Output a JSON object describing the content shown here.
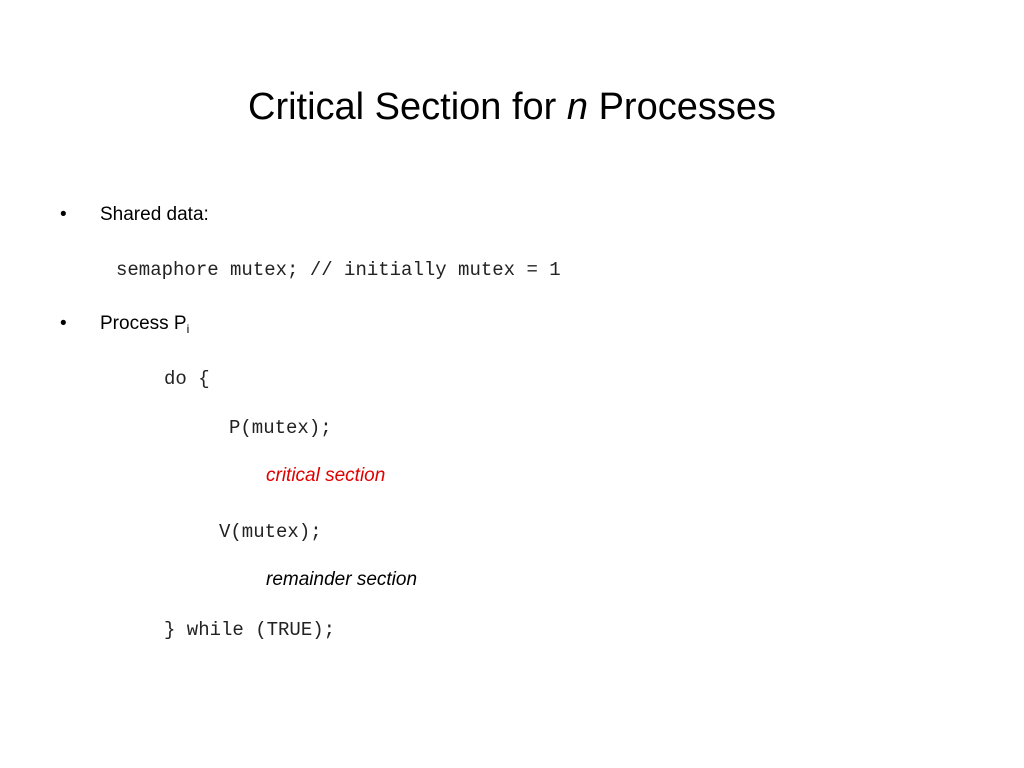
{
  "slide": {
    "title": {
      "prefix": "Critical Section for ",
      "italic": "n",
      "suffix": " Processes"
    },
    "bullets": [
      {
        "symbol": "•",
        "text": "Shared data:"
      },
      {
        "symbol": "•",
        "text": "Process P",
        "subscript": "i"
      }
    ],
    "code": {
      "shared_declaration": "semaphore mutex; // initially mutex = 1",
      "do_open": "do {",
      "p_call": "P(mutex);",
      "critical_section": "critical section",
      "v_call": "V(mutex);",
      "remainder_section": "remainder section",
      "while_close": "} while (TRUE);"
    },
    "colors": {
      "critical_section": "#e10000",
      "text": "#000000",
      "background": "#ffffff"
    }
  }
}
